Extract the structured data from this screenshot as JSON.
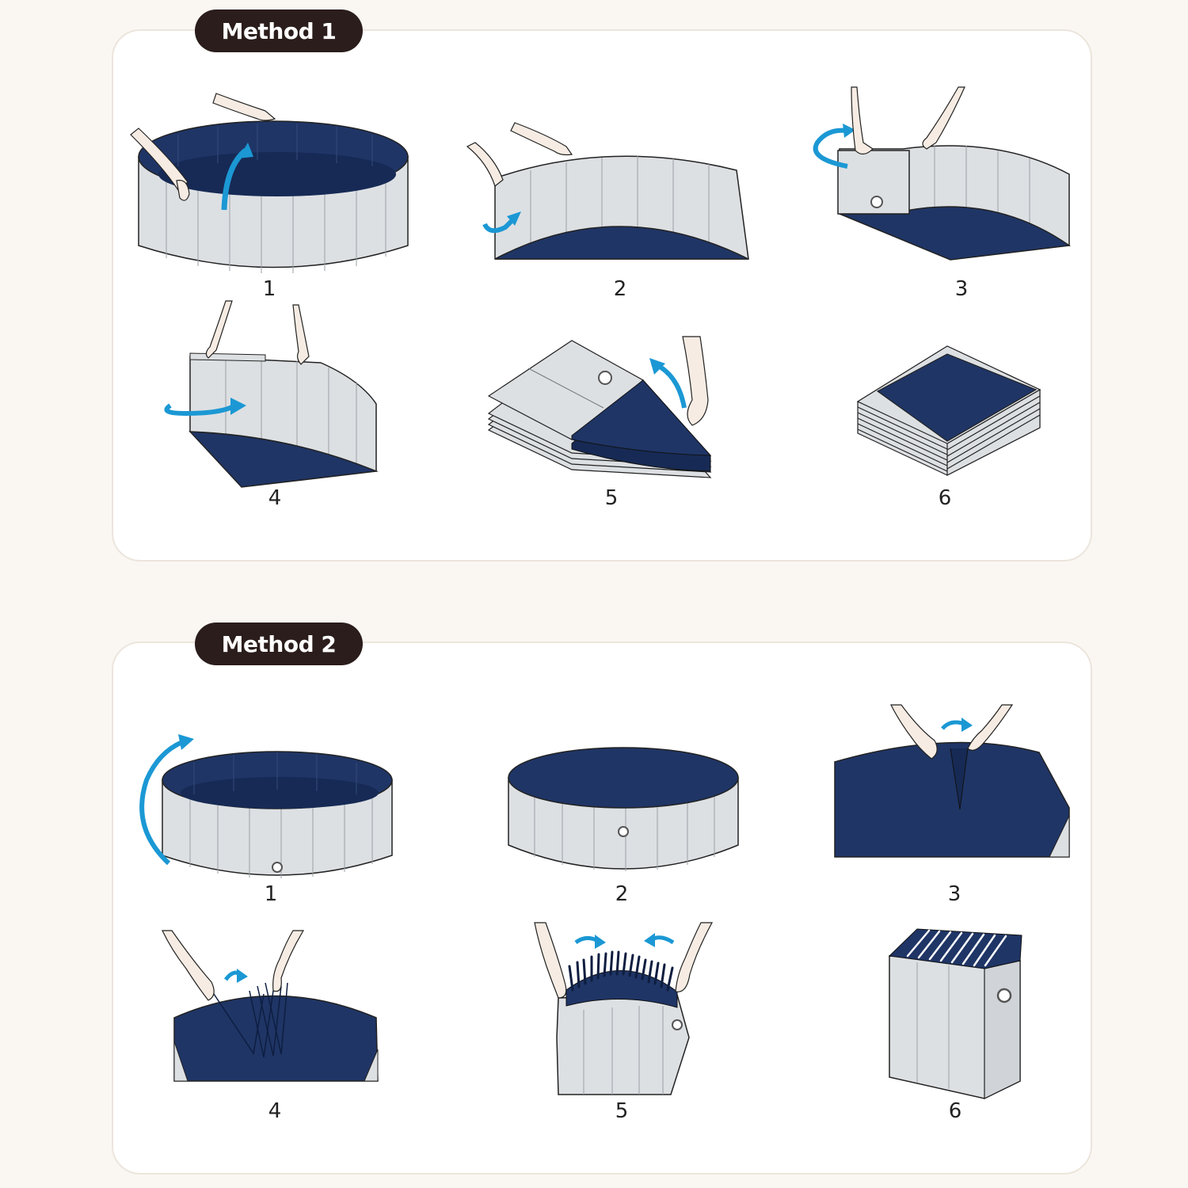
{
  "colors": {
    "navy": "#1f3566",
    "gray_wall": "#dde0e3",
    "arrow": "#1b98d4",
    "pill_bg": "#2a1d1b",
    "outline": "#222222",
    "skin": "#f6ece3"
  },
  "methods": [
    {
      "label": "Method 1",
      "steps": [
        "1",
        "2",
        "3",
        "4",
        "5",
        "6"
      ]
    },
    {
      "label": "Method 2",
      "steps": [
        "1",
        "2",
        "3",
        "4",
        "5",
        "6"
      ]
    }
  ]
}
